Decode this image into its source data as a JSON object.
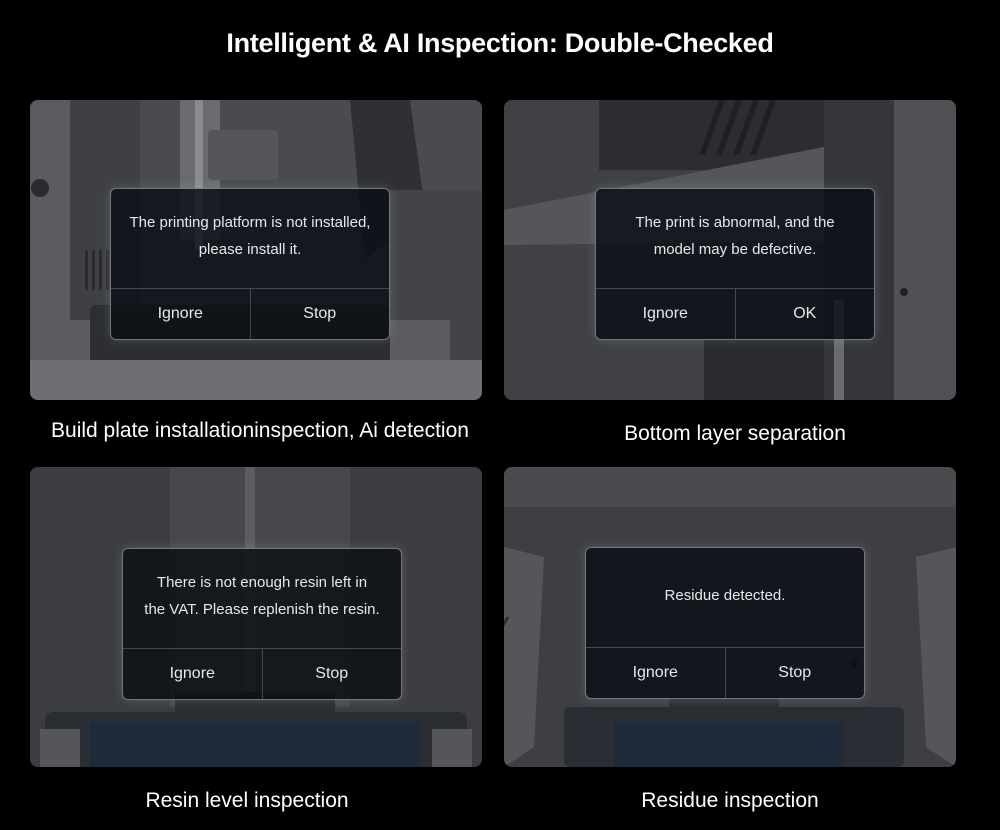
{
  "page": {
    "title": "Intelligent & AI Inspection: Double-Checked"
  },
  "panels": [
    {
      "caption": "Build plate installationinspection, Ai detection",
      "dialog": {
        "line1": "The printing platform is not installed,",
        "line2": "please install it.",
        "buttons": [
          "Ignore",
          "Stop"
        ]
      }
    },
    {
      "caption": "Bottom layer separation",
      "dialog": {
        "line1": "The print is abnormal, and the",
        "line2": "model may be defective.",
        "buttons": [
          "Ignore",
          "OK"
        ]
      }
    },
    {
      "caption": "Resin level inspection",
      "dialog": {
        "line1": "There is not enough resin left in",
        "line2": "the VAT. Please replenish the resin.",
        "buttons": [
          "Ignore",
          "Stop"
        ]
      }
    },
    {
      "caption": "Residue inspection",
      "dialog": {
        "line1": "Residue detected.",
        "line2": "",
        "buttons": [
          "Ignore",
          "Stop"
        ]
      }
    }
  ]
}
